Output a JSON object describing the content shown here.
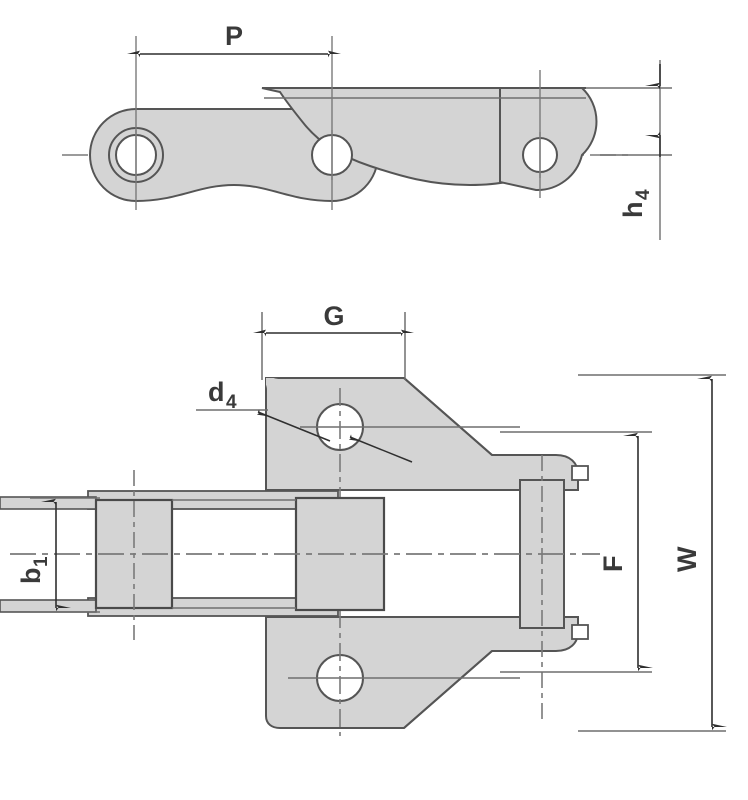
{
  "drawing": {
    "type": "engineering-drawing",
    "subject": "conveyor-chain-link-with-attachment",
    "background_color": "#ffffff",
    "fill_color": "#d4d4d4",
    "outline_color": "#555555",
    "thin_line_color": "#6f6f6f",
    "center_line_color": "#7a7a7a",
    "label_color": "#3a3a3a",
    "views": [
      {
        "name": "side-view",
        "description": "side elevation of chain link with K attachment plate"
      },
      {
        "name": "plan-view",
        "description": "plan view showing bushings, pin and attachment plates"
      }
    ]
  },
  "dimensions": {
    "pitch": {
      "label": "P",
      "sub": "",
      "view": "side-view",
      "orientation": "horizontal"
    },
    "attachment_height": {
      "label": "h",
      "sub": "4",
      "view": "side-view",
      "orientation": "vertical"
    },
    "hole_gauge": {
      "label": "G",
      "sub": "",
      "view": "plan-view",
      "orientation": "horizontal"
    },
    "hole_diameter": {
      "label": "d",
      "sub": "4",
      "view": "plan-view",
      "orientation": "leader"
    },
    "inner_width": {
      "label": "b",
      "sub": "1",
      "view": "plan-view",
      "orientation": "vertical"
    },
    "attachment_span": {
      "label": "F",
      "sub": "",
      "view": "plan-view",
      "orientation": "vertical"
    },
    "overall_width": {
      "label": "W",
      "sub": "",
      "view": "plan-view",
      "orientation": "vertical"
    }
  }
}
